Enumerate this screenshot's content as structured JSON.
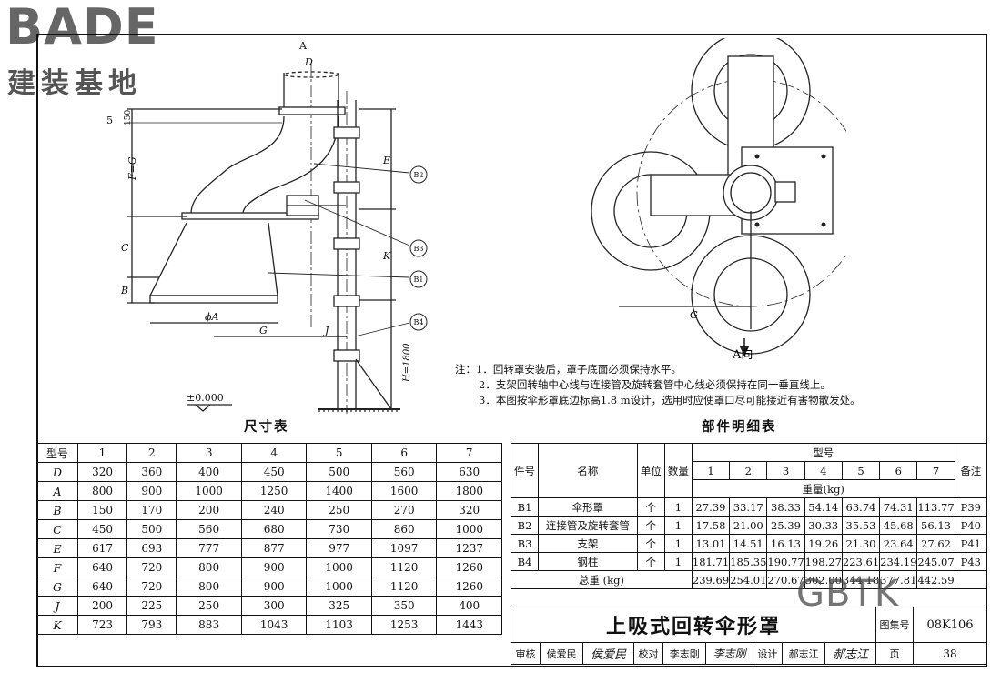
{
  "logo": {
    "brand": "BADE",
    "sub": "建装基地"
  },
  "watermark": "GBTK",
  "drawing_left": {
    "labels": {
      "A_arrow": "A",
      "D": "D",
      "d5": "5",
      "d150": "150",
      "FG": "F=G",
      "C": "C",
      "B": "B",
      "phiA": "ϕA",
      "G": "G",
      "J": "J",
      "E": "E",
      "K": "K",
      "H": "H=1800",
      "zero": "±0.000",
      "B2": "B2",
      "B3": "B3",
      "B1": "B1",
      "B4": "B4"
    }
  },
  "drawing_right": {
    "G": "G",
    "view_label": "A向"
  },
  "notes": [
    "注：1．回转罩安装后，罩子底面必须保持水平。",
    "2．支架回转轴中心线与连接管及旋转套管中心线必须保持在同一垂直线上。",
    "3．本图按伞形罩底边标高1.8 m设计，选用时应使罩口尽可能接近有害物散发处。"
  ],
  "dim_table": {
    "caption": "尺寸表",
    "header_label": "型号",
    "columns": [
      "1",
      "2",
      "3",
      "4",
      "5",
      "6",
      "7"
    ],
    "rows": [
      {
        "label": "D",
        "values": [
          "320",
          "360",
          "400",
          "450",
          "500",
          "560",
          "630"
        ]
      },
      {
        "label": "A",
        "values": [
          "800",
          "900",
          "1000",
          "1250",
          "1400",
          "1600",
          "1800"
        ]
      },
      {
        "label": "B",
        "values": [
          "150",
          "170",
          "200",
          "240",
          "250",
          "270",
          "320"
        ]
      },
      {
        "label": "C",
        "values": [
          "450",
          "500",
          "560",
          "680",
          "730",
          "860",
          "1000"
        ]
      },
      {
        "label": "E",
        "values": [
          "617",
          "693",
          "777",
          "877",
          "977",
          "1097",
          "1237"
        ]
      },
      {
        "label": "F",
        "values": [
          "640",
          "720",
          "800",
          "900",
          "1000",
          "1120",
          "1260"
        ]
      },
      {
        "label": "G",
        "values": [
          "640",
          "720",
          "800",
          "900",
          "1000",
          "1120",
          "1260"
        ]
      },
      {
        "label": "J",
        "values": [
          "200",
          "225",
          "250",
          "300",
          "325",
          "350",
          "400"
        ]
      },
      {
        "label": "K",
        "values": [
          "723",
          "793",
          "883",
          "1043",
          "1103",
          "1253",
          "1443"
        ]
      }
    ]
  },
  "parts_table": {
    "caption": "部件明细表",
    "h_item": "件号",
    "h_name": "名称",
    "h_unit": "单位",
    "h_qty": "数量",
    "h_model": "型号",
    "h_weight": "重量(kg)",
    "h_note": "备注",
    "columns": [
      "1",
      "2",
      "3",
      "4",
      "5",
      "6",
      "7"
    ],
    "rows": [
      {
        "item": "B1",
        "name": "伞形罩",
        "unit": "个",
        "qty": "1",
        "values": [
          "27.39",
          "33.17",
          "38.33",
          "54.14",
          "63.74",
          "74.31",
          "113.77"
        ],
        "note": "P39"
      },
      {
        "item": "B2",
        "name": "连接管及旋转套管",
        "unit": "个",
        "qty": "1",
        "values": [
          "17.58",
          "21.00",
          "25.39",
          "30.33",
          "35.53",
          "45.68",
          "56.13"
        ],
        "note": "P40"
      },
      {
        "item": "B3",
        "name": "支架",
        "unit": "个",
        "qty": "1",
        "values": [
          "13.01",
          "14.51",
          "16.13",
          "19.26",
          "21.30",
          "23.64",
          "27.62"
        ],
        "note": "P41"
      },
      {
        "item": "B4",
        "name": "钢柱",
        "unit": "个",
        "qty": "1",
        "values": [
          "181.71",
          "185.35",
          "190.77",
          "198.27",
          "223.61",
          "234.19",
          "245.07"
        ],
        "note": "P43"
      }
    ],
    "total_label": "总重 (kg)",
    "totals": [
      "239.69",
      "254.01",
      "270.67",
      "302.00",
      "344.18",
      "377.81",
      "442.59"
    ]
  },
  "title_block": {
    "title": "上吸式回转伞形罩",
    "atlas_label": "图集号",
    "atlas_no": "08K106",
    "review_label": "审核",
    "review_name": "侯爱民",
    "review_sign": "侯爱民",
    "check_label": "校对",
    "check_name": "李志刚",
    "check_sign": "李志刚",
    "design_label": "设计",
    "design_name": "郝志江",
    "design_sign": "郝志江",
    "page_label": "页",
    "page_no": "38"
  }
}
